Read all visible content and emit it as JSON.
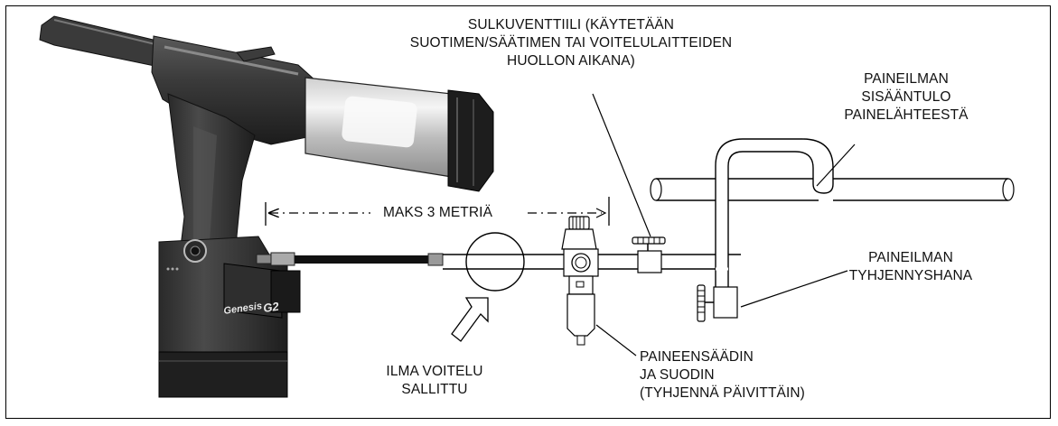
{
  "labels": {
    "shutoff_valve": "SULKUVENTTIILI (KÄYTETÄÄN\nSUOTIMEN/SÄÄTIMEN TAI VOITELULAITTEIDEN\nHUOLLON AIKANA)",
    "air_inlet": "PAINEILMAN\nSISÄÄNTULO\nPAINELÄHTEESTÄ",
    "max_length": "MAKS 3 METRIÄ",
    "drain_valve": "PAINEILMAN\nTYHJENNYSHANA",
    "regulator_filter": "PAINEENSÄÄDIN\nJA SUODIN\n(TYHJENNÄ PÄIVITTÄIN)",
    "air_lubrication": "ILMA VOITELU\nSALLITTU"
  },
  "tool": {
    "brand": "Genesis",
    "model": "G2"
  }
}
